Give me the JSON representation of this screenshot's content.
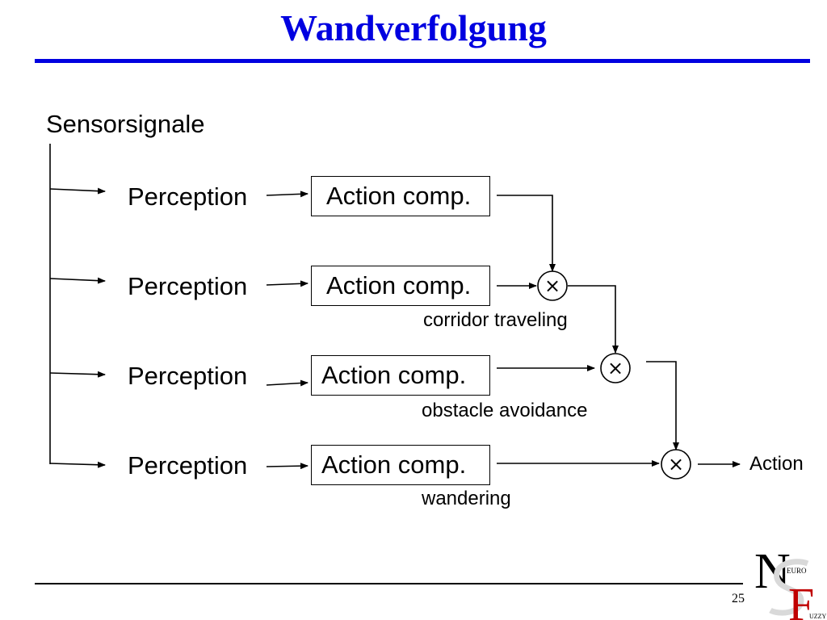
{
  "title": "Wandverfolgung",
  "input_label": "Sensorsignale",
  "rows": [
    {
      "perception": "Perception",
      "action": "Action comp.",
      "behavior": ""
    },
    {
      "perception": "Perception",
      "action": "Action comp.",
      "behavior": "corridor traveling"
    },
    {
      "perception": "Perception",
      "action": "Action comp.",
      "behavior": "obstacle avoidance"
    },
    {
      "perception": "Perception",
      "action": "Action comp.",
      "behavior": "wandering"
    }
  ],
  "output_label": "Action",
  "combiner_symbol": "×",
  "page_number": "25",
  "logo": {
    "big_n": "N",
    "big_f": "F",
    "small_euro": "EURO",
    "small_uzzy": "UZZY",
    "color_n": "#000000",
    "color_f": "#c00000"
  },
  "colors": {
    "title": "#0000e0",
    "rule": "#0000e0",
    "lines": "#000000"
  }
}
